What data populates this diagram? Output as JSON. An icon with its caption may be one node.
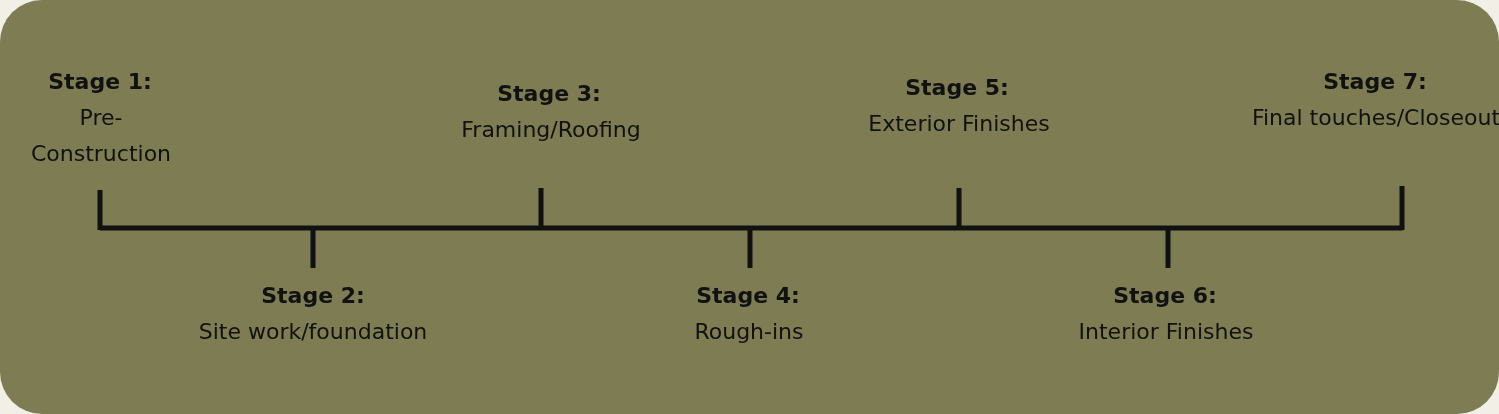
{
  "diagram": {
    "labels": [
      "Stage 1:",
      "Pre-Construction",
      "Stage 2:",
      "Site work/foundation",
      "Stage 3:",
      "Framing/Roofing",
      "Stage 4:",
      "Rough-ins",
      "Stage 5:",
      "Exterior Finishes",
      "Stage 6:",
      "Interior Finishes",
      "Stage 7:",
      "Final touches/Closeout"
    ]
  }
}
